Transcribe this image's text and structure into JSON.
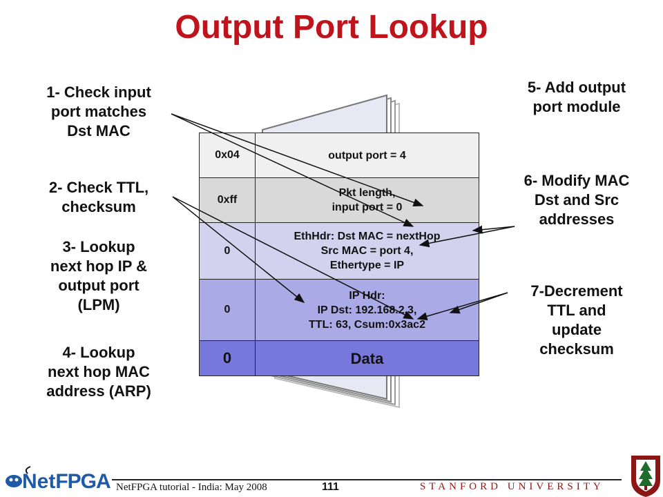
{
  "title": "Output Port Lookup",
  "left_labels": [
    [
      "1- Check input",
      "port matches",
      "Dst MAC"
    ],
    [
      "2- Check TTL,",
      "checksum"
    ],
    [
      "3- Lookup",
      "next hop IP &",
      "output port",
      "(LPM)"
    ],
    [
      "4- Lookup",
      "next hop MAC",
      "address (ARP)"
    ]
  ],
  "right_labels": [
    [
      "5- Add output",
      "port module"
    ],
    [
      "6- Modify MAC",
      "Dst and Src",
      "addresses"
    ],
    [
      "7-Decrement",
      "TTL and",
      "update",
      "checksum"
    ]
  ],
  "packet_rows": [
    {
      "ctrl": "0x04",
      "content": [
        "output port = 4"
      ]
    },
    {
      "ctrl": "0xff",
      "content": [
        "Pkt length,",
        "input port = 0"
      ]
    },
    {
      "ctrl": "0",
      "content": [
        "EthHdr: Dst MAC = nextHop",
        "Src MAC = port 4,",
        "Ethertype = IP"
      ]
    },
    {
      "ctrl": "0",
      "content": [
        "IP Hdr:",
        "IP Dst: 192.168.2.3,",
        "TTL: 63, Csum:0x3ac2"
      ]
    },
    {
      "ctrl": "0",
      "content": [
        "Data"
      ]
    }
  ],
  "colors": {
    "title": "#c0141c",
    "row_fills": [
      "#f0f0f0",
      "#d9d9d9",
      "#d2d2ee",
      "#aaaae6",
      "#7878dc"
    ],
    "stanford": "#8c1515",
    "logo_blue": "#1f5aa6"
  },
  "footer": {
    "text": "NetFPGA tutorial - India: May 2008",
    "page": "111",
    "university": "STANFORD UNIVERSITY",
    "logo_text": "NetFPGA",
    "logo_prefix": "Net",
    "logo_suffix": "FPGA"
  }
}
